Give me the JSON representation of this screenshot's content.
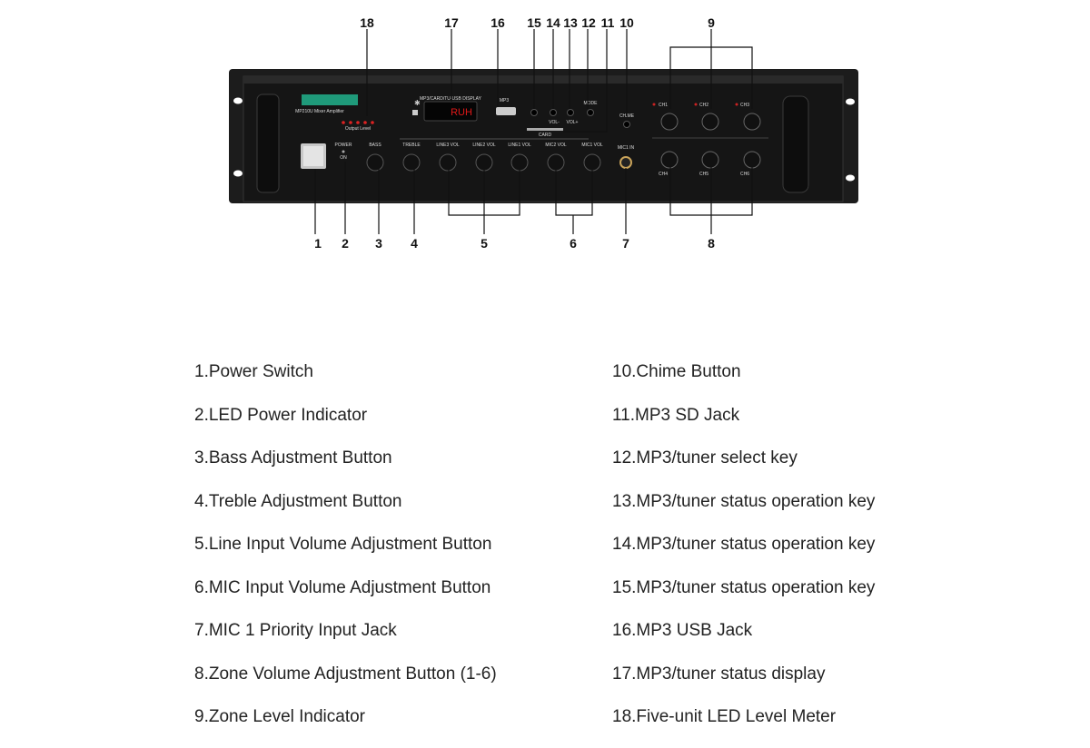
{
  "callouts": {
    "top": [
      "18",
      "17",
      "16",
      "15",
      "14",
      "13",
      "12",
      "11",
      "10",
      "9"
    ],
    "bottom": [
      "1",
      "2",
      "3",
      "4",
      "5",
      "6",
      "7",
      "8"
    ]
  },
  "panel": {
    "model": "MP210U Mixer Amplifier",
    "output_level": "Output Level",
    "display_title": "MP3/CARD/TU-USB DISPLAY",
    "display_value": "RUH",
    "mp3": "MP3",
    "mode": "MODE",
    "vol_minus": "VOL-",
    "vol_plus": "VOL+",
    "card": "CARD",
    "chime": "CHIME",
    "mic1_in": "MIC1 IN",
    "power": "POWER",
    "on": "ON",
    "knobs": [
      "BASS",
      "TREBLE",
      "LINE3 VOL",
      "LINE2 VOL",
      "LINE1 VOL",
      "MIC2 VOL",
      "MIC1 VOL"
    ],
    "zones": [
      "CH1",
      "CH2",
      "CH3",
      "CH4",
      "CH5",
      "CH6"
    ]
  },
  "legend": {
    "left": [
      "1.Power Switch",
      "2.LED Power Indicator",
      "3.Bass Adjustment Button",
      "4.Treble Adjustment Button",
      "5.Line Input Volume Adjustment Button",
      "6.MIC Input Volume Adjustment Button",
      "7.MIC 1 Priority Input Jack",
      "8.Zone Volume Adjustment Button (1-6)",
      "9.Zone Level Indicator"
    ],
    "right": [
      "10.Chime Button",
      "11.MP3 SD Jack",
      "12.MP3/tuner select key",
      "13.MP3/tuner status operation key",
      "14.MP3/tuner status operation key",
      "15.MP3/tuner status operation key",
      "16.MP3 USB Jack",
      "17.MP3/tuner status display",
      "18.Five-unit LED Level Meter"
    ]
  }
}
